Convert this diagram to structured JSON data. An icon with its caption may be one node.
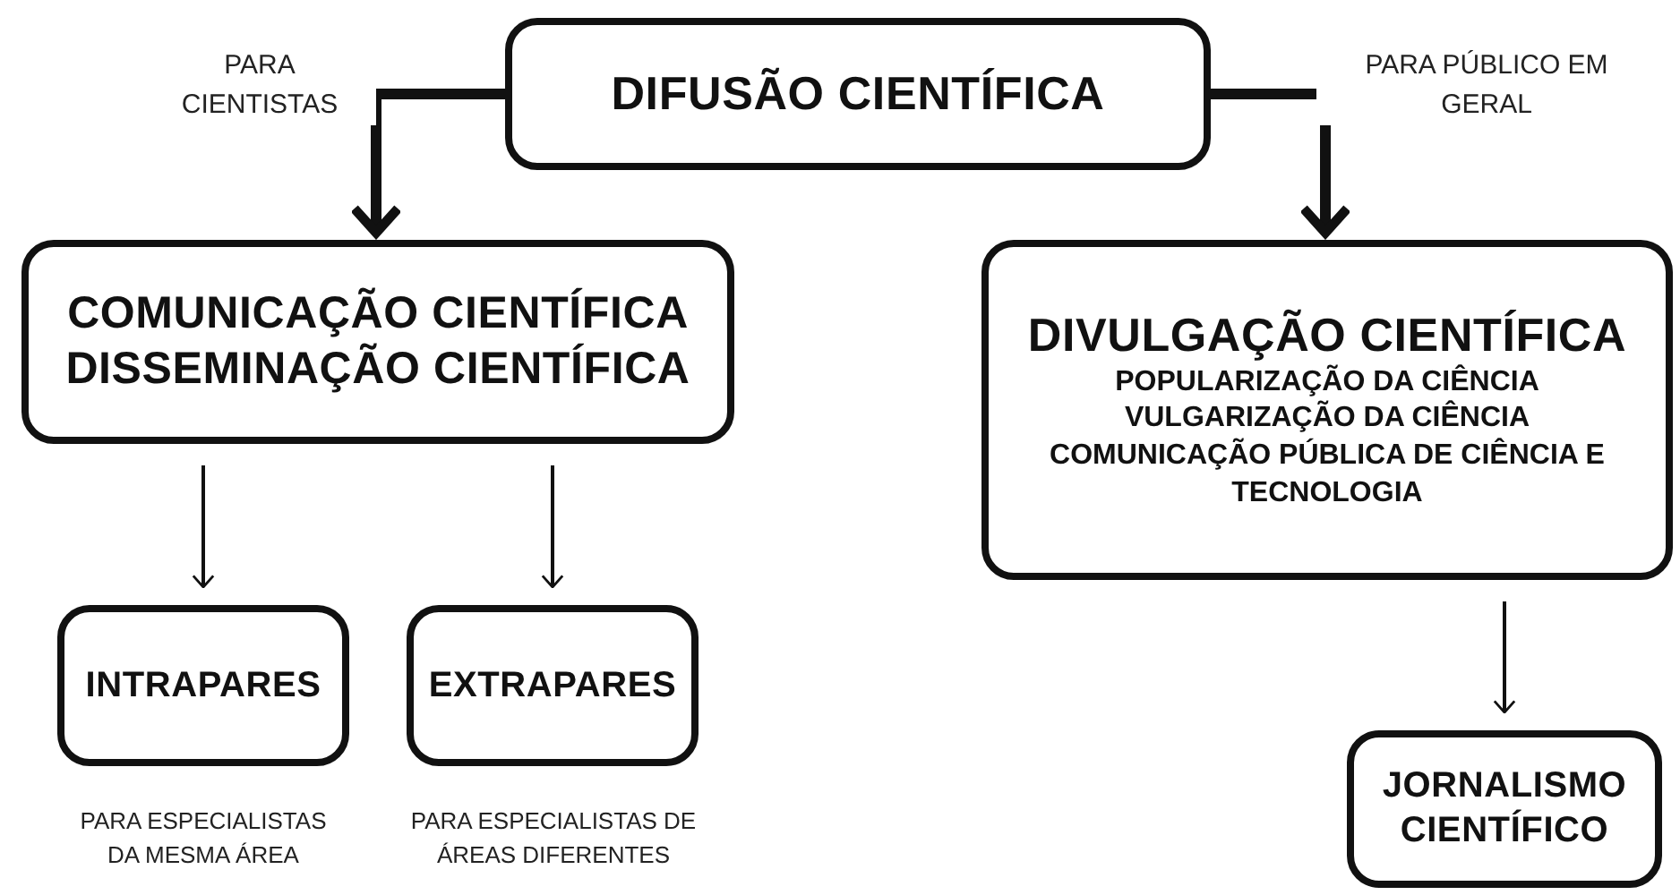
{
  "diagram": {
    "nodes": [
      {
        "text": [
          "DIFUSÃO CIENTÍFICA"
        ]
      },
      {
        "text": [
          "COMUNICAÇÃO CIENTÍFICA",
          "DISSEMINAÇÃO CIENTÍFICA"
        ]
      },
      {
        "text": [
          "DIVULGAÇÃO CIENTÍFICA",
          "POPULARIZAÇÃO DA CIÊNCIA",
          "VULGARIZAÇÃO DA CIÊNCIA",
          "COMUNICAÇÃO PÚBLICA DE CIÊNCIA E TECNOLOGIA"
        ]
      },
      {
        "text": [
          "INTRAPARES"
        ],
        "beside": [
          "PARA ESPECIALISTAS DA MESMA ÁREA"
        ]
      },
      {
        "text": [
          "EXTRAPARES"
        ],
        "beside": [
          "PARA ESPECIALISTAS DE ÁREAS DIFERENTES"
        ]
      },
      {
        "text": [
          "JORNALISMO CIENTÍFICO"
        ]
      }
    ],
    "edges": [
      {
        "from": 0,
        "to": 1,
        "arrow": "to",
        "label": "PARA CIENTISTAS",
        "style": "thick"
      },
      {
        "from": 0,
        "to": 2,
        "arrow": "to",
        "label": "PARA PÚBLICO EM GERAL",
        "style": "thick"
      },
      {
        "from": 1,
        "to": 3,
        "arrow": "to"
      },
      {
        "from": 1,
        "to": 4,
        "arrow": "to"
      },
      {
        "from": 2,
        "to": 5,
        "arrow": "to"
      }
    ]
  }
}
